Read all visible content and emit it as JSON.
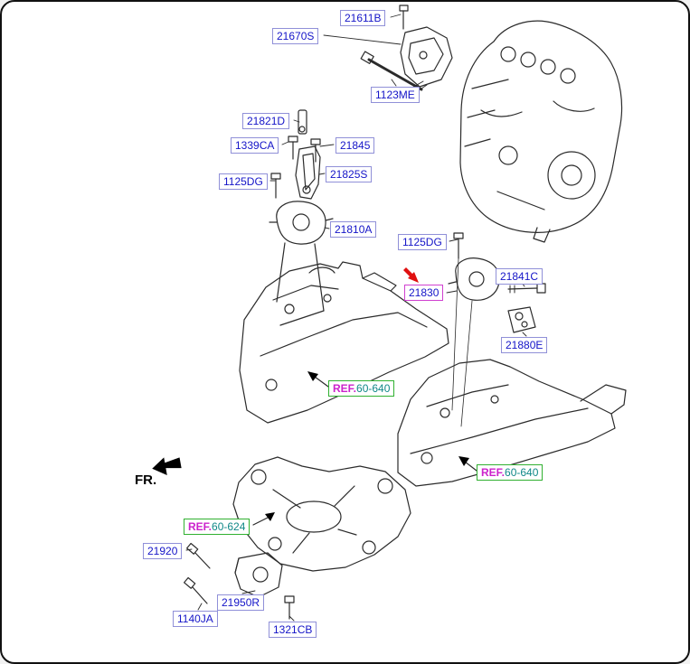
{
  "window": {
    "background": "#ffffff"
  },
  "fr_indicator": {
    "label": "FR."
  },
  "labels": {
    "p21611B": "21611B",
    "p21670S": "21670S",
    "p1123ME": "1123ME",
    "p21821D": "21821D",
    "p1339CA": "1339CA",
    "p21845": "21845",
    "p1125DG": "1125DG",
    "p21825S": "21825S",
    "p21810A": "21810A",
    "p21830": "21830",
    "p21841C": "21841C",
    "p21880E": "21880E",
    "p21920": "21920",
    "p21950R": "21950R",
    "p1140JA": "1140JA",
    "p1321CB": "1321CB"
  },
  "ref_labels": {
    "prefix": "REF.",
    "ref_60_640": "60-640",
    "ref_60_624": "60-624"
  },
  "highlighted_part": "21830",
  "colors": {
    "part_label_text": "#1414c8",
    "part_label_border": "#9090d8",
    "highlight_label_border": "#d040d0",
    "ref_label_border": "#30b030",
    "ref_prefix_color": "#cc22cc",
    "ref_number_color": "#108888",
    "highlight_arrow": "#e01010",
    "line_art": "#2b2b2b"
  }
}
